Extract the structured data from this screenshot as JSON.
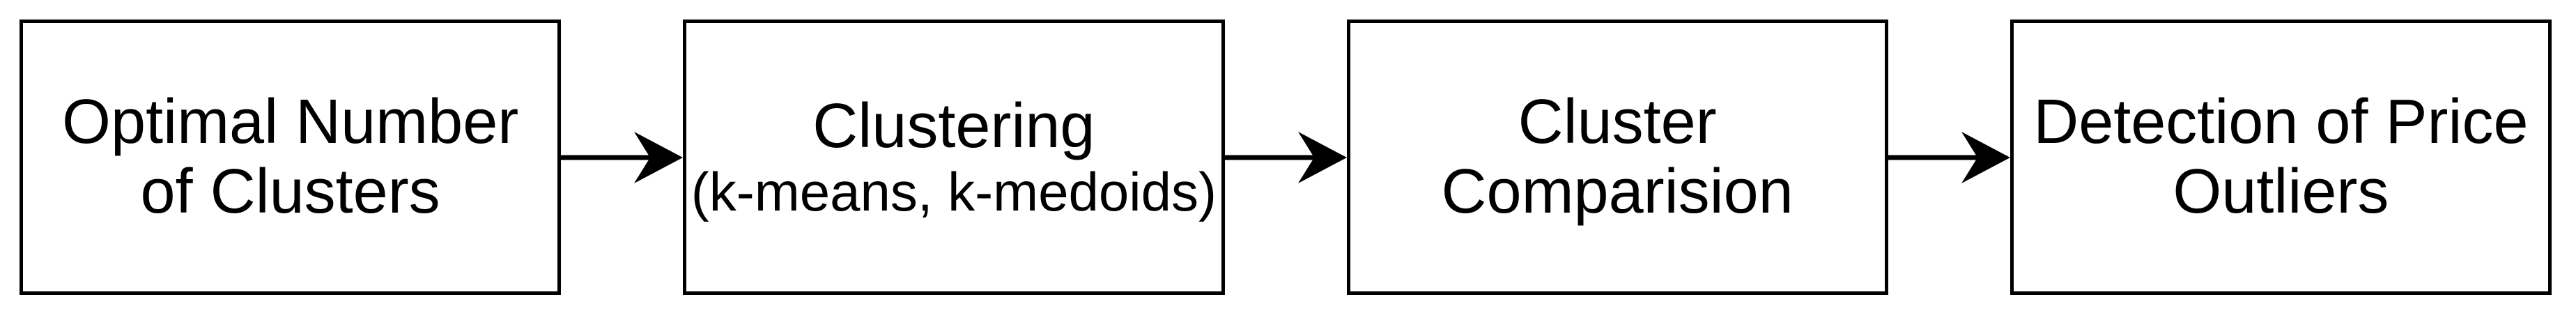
{
  "flow": {
    "colors": {
      "background": "#ffffff",
      "box_border": "#000000",
      "text": "#000000",
      "arrow": "#000000"
    },
    "steps": [
      {
        "name": "optimal-number-of-clusters",
        "line1": "Optimal Number",
        "line2": "of Clusters"
      },
      {
        "name": "clustering",
        "line1": "Clustering",
        "line2": "(k-means, k-medoids)"
      },
      {
        "name": "cluster-comparision",
        "line1": "Cluster",
        "line2": "Comparision"
      },
      {
        "name": "detection-of-price-outliers",
        "line1": "Detection of Price",
        "line2": "Outliers"
      }
    ],
    "connectors": [
      {
        "from": "optimal-number-of-clusters",
        "to": "clustering",
        "icon": "arrow-right-icon"
      },
      {
        "from": "clustering",
        "to": "cluster-comparision",
        "icon": "arrow-right-icon"
      },
      {
        "from": "cluster-comparision",
        "to": "detection-of-price-outliers",
        "icon": "arrow-right-icon"
      }
    ]
  }
}
